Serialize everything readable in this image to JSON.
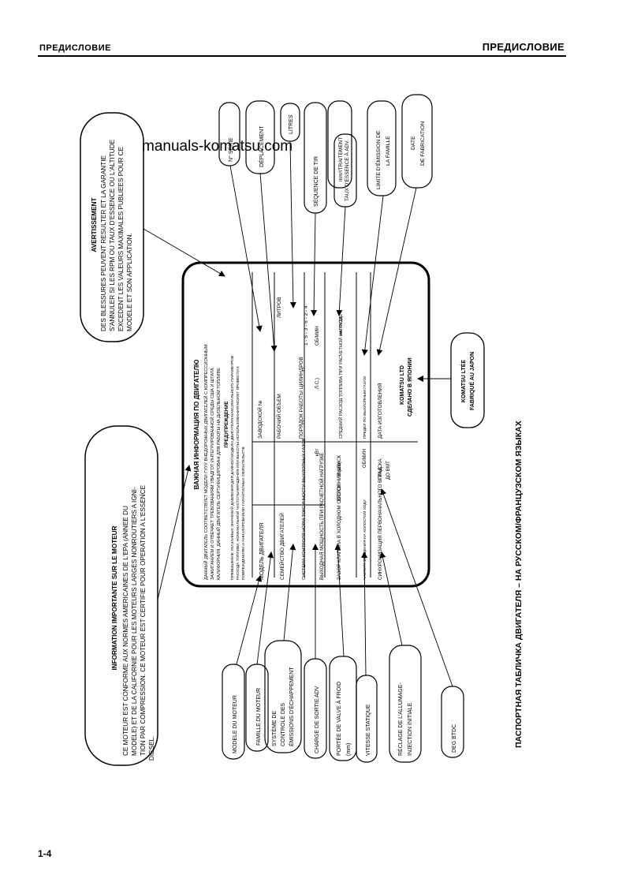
{
  "header": {
    "left_title": "ПРЕДИСЛОВИЕ",
    "right_title": "ПРЕДИСЛОВИЕ"
  },
  "watermark": "manuals-komatsu.com",
  "page_number": "1-4",
  "caption": "ПАСПОРТНАЯ ТАБЛИЧКА ДВИГАТЕЛЯ – НА РУССКОМ/ФРАНЦУЗСКОМ ЯЗЫКАХ",
  "french_notice_left": {
    "title": "INFORMATION IMPORTANTE SUR LE MOTEUR",
    "lines": [
      "CE MOTEUR EST CONFORME AUX NORMES AMERICAINES DE L'EPA (ANNEE DU",
      "MODELE) ET DE LA CALIFORNIE POUR LES MOTEURS LARGES NONROUTIERS A IGNI-",
      "TION PAR COMPRESSION. CE MOTEUR EST CERTIFIE POUR OPERATION A L'ESSENCE",
      "DIESEL."
    ]
  },
  "french_notice_top": {
    "title": "AVERTISSEMENT",
    "lines": [
      "DES BLESSURES PEUVENT RESULTER ET LA GARANTIE",
      "S'ANNULER SI LES RPM OU TAUX D'ESSENCE OU L'ALTITUDE",
      "EXCEDENT LES VALEURS MAXIMALES PUBLIEES POUR CE",
      "MODELE ET SON APPLICATION."
    ]
  },
  "plate": {
    "title": "ВАЖНАЯ ИНФОРМАЦИЯ ПО ДВИГАТЕЛЮ",
    "intro": [
      "ДАННЫЙ ДВИГАТЕЛЬ СООТВЕТСТВУЕТ МОДЕЛИ ГУУУ ВНЕДОРОЖНЫХ ДВИГАТЕЛЕЙ С КОМПРЕССИОННЫМ",
      "ЗАЖИГАНИЕМ И ОТВЕЧАЕТ ТРЕБОВАНИЯМ УВАДГОТ ИНТЕГРИРОВАННОЙ СРЕДЫ США И ШТАТА",
      "КАЛИФОРНИЯ. ДАННЫЙ ДВИГАТЕЛЬ СЕРТИФИЦИРОВАН ДЛЯ РАБОТЫ НА ДИЗЕЛЬНОМ ТОПЛИВЕ"
    ],
    "warning_title": "ПРЕДУПРЕЖДЕНИЕ",
    "warning_lines": [
      "ПРЕВЫШЕНИЕ УКАЗАННЫХ ЗНАЧЕНИЙ ДАВЛЕНИЯ ДЛЯ ДАННОЙ МОДЕЛИ ДВИГАТЕЛЯ МАКСИМАЛЬНОГО ПАРАМЕТРОВ",
      "РАСХОДА ТОПЛИВА, НОМИНАЛЬНОЙ ЧАСТОТЫ ВРАЩЕНИЯ ИЛИ ВЫСОТЫ ИСПОЛЬЗОВАНИЯ МОЖЕТ ПРИВЕСТИ К",
      "ПОВРЕЖДЕНИЯМ И АННУЛИРОВАНИЮ ГАРАНТИЙНЫХ ОБЯЗАТЕЛЬСТВ"
    ],
    "labels": {
      "model": "МОДЕЛЬ ДВИГАТЕЛЯ",
      "serial": "ЗАВОДСКОЙ №",
      "family": "СЕМЕЙСТВО ДВИГАТЕЛЕЙ",
      "displacement": "РАБОЧИЙ ОБЪЕМ",
      "liters": "ЛИТРОВ",
      "emission_system": "СИСТЕМА КОНТРОЛЯ НОРМ ТОКСИЧНОСТИ ВЫХЛОПНЫХ ГАЗОВ",
      "firing_order": "ПОРЯДОК РАБОТЫ ЦИЛИНДРОВ",
      "firing_order_value": "1 - 5 - 3 - 6 - 2 - 4",
      "power": "ВЫХОДНАЯ МОЩНОСТЬ ПРИ РАСЧЕТНОЙ НАГРУЗКЕ",
      "kw": "кВт",
      "hp": "Л.С.)",
      "rpm": "ОБ/МИН",
      "valve": "ЗАЗОР КЛАПАНА В ХОЛОДНОМ СОСТОЯНИИ (мм)",
      "intake": "ВПУСК",
      "exhaust": "ВЫПУСК",
      "fuel_rate": "СРЕДНИЙ РАСХОД ТОПЛИВА ПРИ РАСЧЕТНОЙ НАГРУЗКЕ",
      "fuel_unit": "мм³/ХОД",
      "idle_speed": "ЧАСТОТА ВРАЩЕНИЯ НА ХОЛОСТОМ ХОДУ",
      "idle_rpm": "ОБ/МИН",
      "emission_limit": "ПРЕДЕЛ ПО ВЫХЛОПНЫМ ГАЗАМ",
      "timing": "СИНХРОНИЗАЦИЯ ПЕРВОНАЧАЛЬНОГО ВПРЫСКА",
      "degrees": "ГРАД",
      "btdc": "ДО ВМТ",
      "date": "ДАТА ИЗГОТОВЛЕНИЯ",
      "maker": "KOMATSU LTD",
      "made_in": "СДЕЛАНО В ЯПОНИИ"
    }
  },
  "callouts_top": [
    "N° SÉRIE",
    "DÉPLACEMENT",
    "LITRES",
    "SÉQUENCE DE TIR",
    "mm³/TRAITEMENT",
    "TAUX D'ESSENCE À ADV.",
    "LIMITE D'EMISSION DE LA FAMILLE",
    "DATE DE FABRICATION"
  ],
  "callouts_bottom": [
    "MODELE DU MOTEUR",
    "FAMILLE DU MOTEUR",
    "SYSTEME DE CONTROLE DES EMISSIONS D'ECHAPPEMENT",
    "CHARGE DE SORTIE ADV",
    "PORTEE DE VALVE A FROID (mm)",
    "VITESSE STATIQUE",
    "RECLAGE DE L'ALLUMAGE-INJECTION INITIALE",
    "DEG BTDC"
  ],
  "komatsu_fr": {
    "line1": "KOMATSU LTÉE",
    "line2": "FABRIQUÉ AU JAPON"
  }
}
